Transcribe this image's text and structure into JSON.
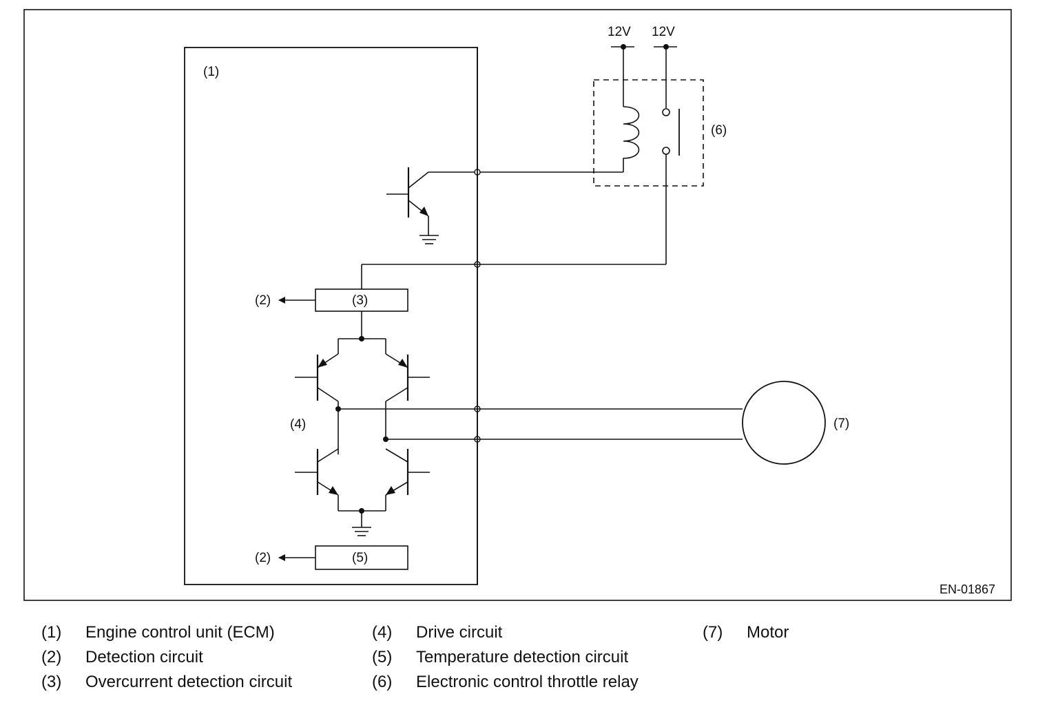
{
  "diagram": {
    "supply_left": "12V",
    "supply_right": "12V",
    "ecm_marker": "(1)",
    "detect_marker_top": "(2)",
    "overcurrent_marker": "(3)",
    "drive_marker": "(4)",
    "detect_marker_bottom": "(2)",
    "temperature_marker": "(5)",
    "relay_marker": "(6)",
    "motor_marker": "(7)",
    "figure_code": "EN-01867"
  },
  "legend": [
    {
      "num": "(1)",
      "text": "Engine control unit (ECM)"
    },
    {
      "num": "(2)",
      "text": "Detection circuit"
    },
    {
      "num": "(3)",
      "text": "Overcurrent detection circuit"
    },
    {
      "num": "(4)",
      "text": "Drive circuit"
    },
    {
      "num": "(5)",
      "text": "Temperature detection circuit"
    },
    {
      "num": "(6)",
      "text": "Electronic control throttle relay"
    },
    {
      "num": "(7)",
      "text": "Motor"
    }
  ]
}
